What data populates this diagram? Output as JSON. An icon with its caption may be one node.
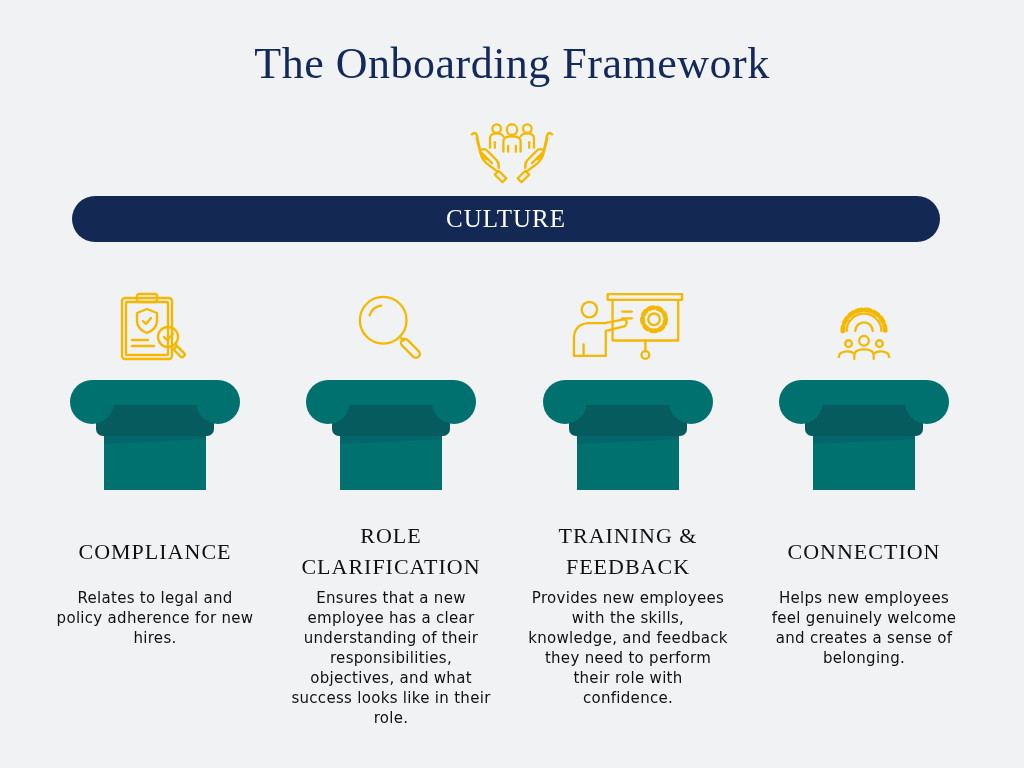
{
  "diagram": {
    "title": "The Onboarding Framework",
    "nodes": [
      {
        "text": [
          "CULTURE"
        ]
      },
      {
        "text": [
          "COMPLIANCE",
          "Relates to legal and policy adherence for new hires."
        ]
      },
      {
        "text": [
          "ROLE CLARIFICATION",
          "Ensures that a new employee has a clear understanding of their responsibilities, objectives, and what success looks like in their role."
        ]
      },
      {
        "text": [
          "TRAINING & FEEDBACK",
          "Provides new employees with the skills, knowledge, and feedback they need to perform their role with confidence."
        ]
      },
      {
        "text": [
          "CONNECTION",
          "Helps new employees feel genuinely welcome and creates a sense of belonging."
        ]
      }
    ],
    "edges": []
  }
}
